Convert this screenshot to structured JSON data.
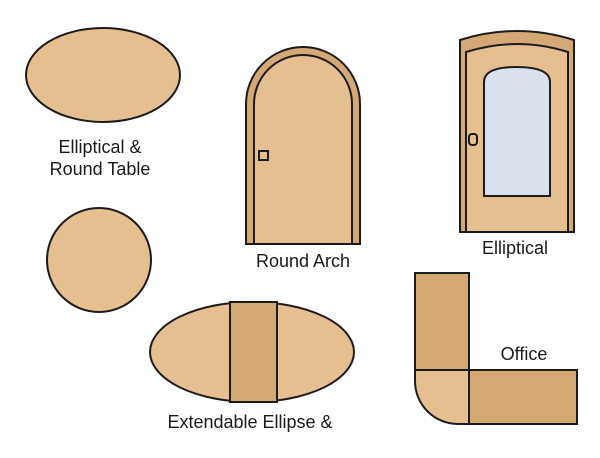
{
  "colors": {
    "tan": "#e5bf8f",
    "tan_dark": "#d3a874",
    "glass": "#d9e2ec",
    "outline": "#1c1c1c",
    "background": "#ffffff"
  },
  "labels": {
    "elliptical_round_table_line1": "Elliptical &",
    "elliptical_round_table_line2": "Round Table",
    "round_arch": "Round Arch",
    "elliptical": "Elliptical",
    "office": "Office",
    "extendable_ellipse": "Extendable Ellipse &"
  }
}
